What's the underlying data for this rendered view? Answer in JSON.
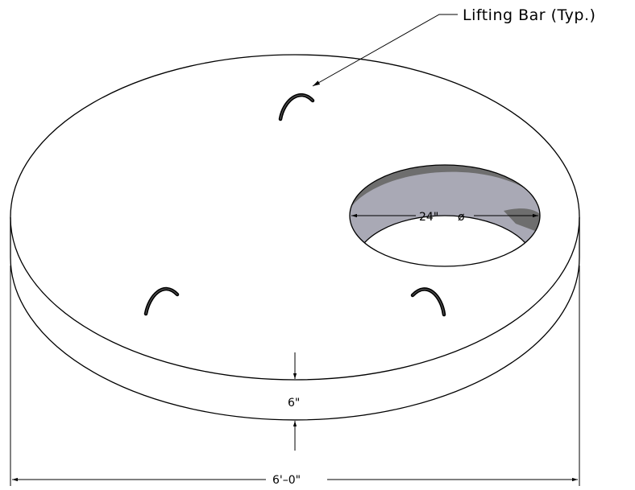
{
  "labels": {
    "lifting_bar": "Lifting Bar (Typ.)",
    "hole_diameter": "24\"",
    "diameter_symbol": "ø",
    "thickness": "6\"",
    "overall_diameter": "6'–0\""
  },
  "colors": {
    "line": "#000000",
    "hole_interior_dark": "#6e6e6e",
    "hole_interior_light": "#a9a9b5",
    "background": "#ffffff"
  }
}
